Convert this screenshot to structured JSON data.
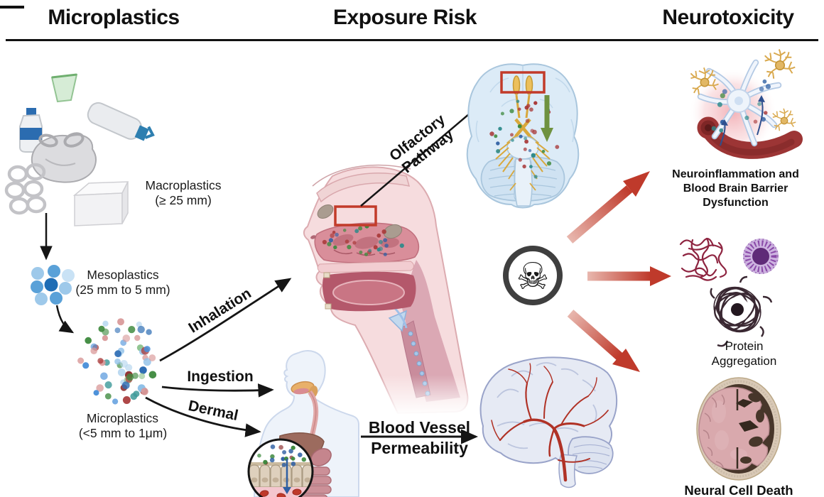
{
  "figure": {
    "columns": [
      "Microplastics",
      "Exposure Risk",
      "Neurotoxicity"
    ]
  },
  "plastics": {
    "macro_label": "Macroplastics",
    "macro_size": "(≥ 25 mm)",
    "meso_label": "Mesoplastics",
    "meso_size": "(25 mm to 5 mm)",
    "micro_label": "Microplastics",
    "micro_size": "(<5 mm to 1μm)"
  },
  "exposure": {
    "route_inhalation": "Inhalation",
    "route_ingestion": "Ingestion",
    "route_dermal": "Dermal",
    "olfactory_line1": "Olfactory",
    "olfactory_line2": "Pathway",
    "bvp_line1": "Blood Vessel",
    "bvp_line2": "Permeability",
    "toxicity_symbol": "☠"
  },
  "neurotoxicity": {
    "outcome1_line1": "Neuroinflammation and",
    "outcome1_line2": "Blood Brain Barrier",
    "outcome1_line3": "Dysfunction",
    "outcome2_line1": "Protein",
    "outcome2_line2": "Aggregation",
    "outcome3": "Neural Cell Death"
  },
  "colors": {
    "arrow_red": "#bf3a2b",
    "highlight_box_red": "#c23b2a",
    "olfactory_arrow_green": "#6f9240",
    "text": "#111111",
    "brain_blue": "#dcebf7",
    "olfactory_gold": "#ecc05c",
    "microplastic_palette": [
      "#4a90d9",
      "#2e6db4",
      "#8fc0e8",
      "#3f8a3f",
      "#8fc48f",
      "#a93a3a",
      "#8e2f2f",
      "#d99a9a",
      "#3f9a9a",
      "#b8d8f0"
    ],
    "particle_palette": [
      "#2e5fa3",
      "#3f8a3f",
      "#a93a3a",
      "#2e8a8a"
    ],
    "mesoplastic_blues": [
      "#c9e2f5",
      "#9ec9ea",
      "#5aa1d8",
      "#1f6db5"
    ]
  }
}
